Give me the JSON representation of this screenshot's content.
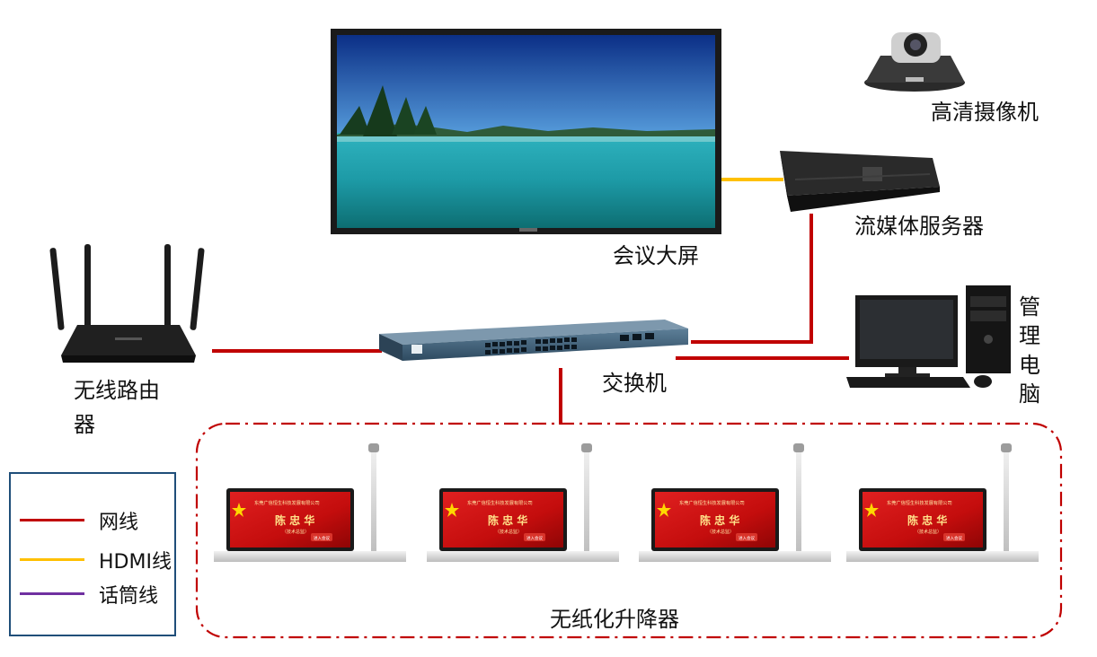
{
  "devices": {
    "display": "会议大屏",
    "camera": "高清摄像机",
    "streaming_server": "流媒体服务器",
    "router_line1": "无线路由",
    "router_line2": "器",
    "switch": "交换机",
    "pc_chars": [
      "管",
      "理",
      "电",
      "脑"
    ],
    "paperless_group": "无纸化升降器"
  },
  "terminal_screen": {
    "company": "东莞广信恒生科技发展有限公司",
    "person": "陈 忠 华",
    "role": "（技术总监）",
    "button": "进入会议"
  },
  "legend": [
    {
      "label": "网线",
      "color": "#c00000"
    },
    {
      "label": "HDMI线",
      "color": "#ffc000"
    },
    {
      "label": "话筒线",
      "color": "#7030a0"
    }
  ],
  "colors": {
    "network_line": "#c00000",
    "hdmi_line": "#ffc000",
    "mic_line": "#7030a0",
    "group_border": "#c00000",
    "legend_border": "#1f4e79"
  }
}
